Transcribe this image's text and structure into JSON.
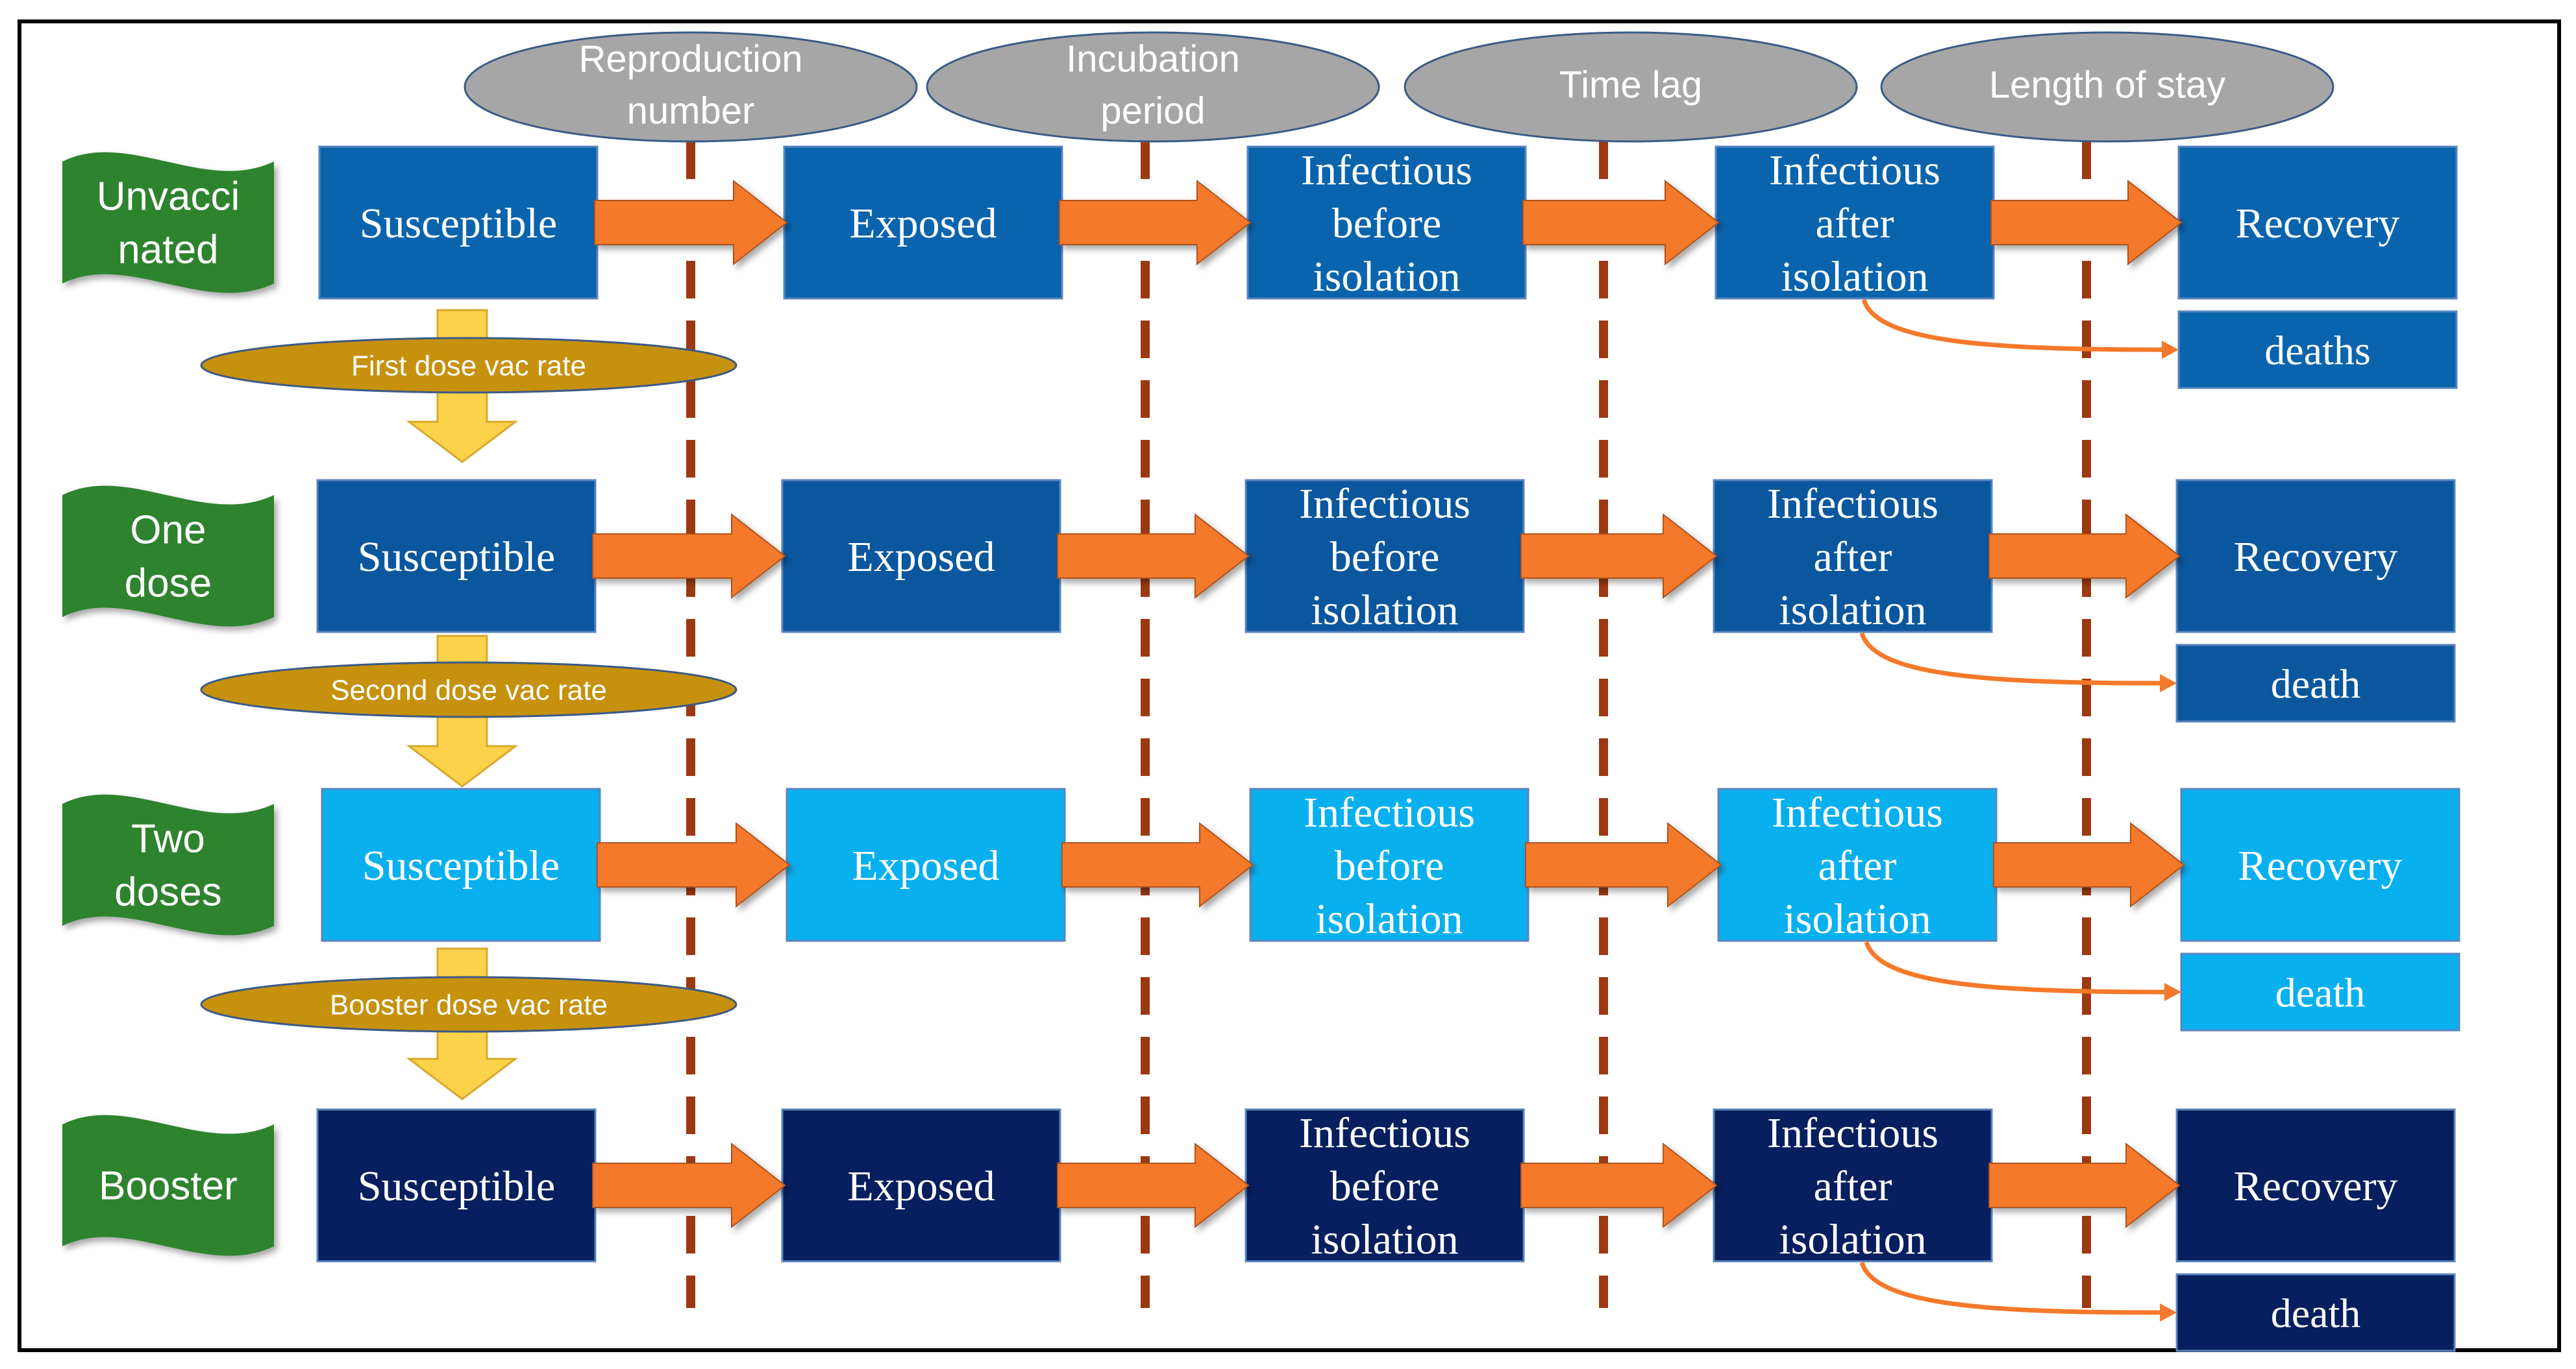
{
  "stage_labels": [
    "Reproduction\nnumber",
    "Incubation\nperiod",
    "Time lag",
    "Length of stay"
  ],
  "rows": [
    {
      "group": "Unvacci\nnated",
      "color": "#0a64ad",
      "cells": [
        "Susceptible",
        "Exposed",
        "Infectious\nbefore\nisolation",
        "Infectious\nafter\nisolation",
        "Recovery"
      ],
      "outcome": "deaths"
    },
    {
      "group": "One\ndose",
      "color": "#0a579e",
      "cells": [
        "Susceptible",
        "Exposed",
        "Infectious\nbefore\nisolation",
        "Infectious\nafter\nisolation",
        "Recovery"
      ],
      "outcome": "death"
    },
    {
      "group": "Two\ndoses",
      "color": "#09b0ee",
      "cells": [
        "Susceptible",
        "Exposed",
        "Infectious\nbefore\nisolation",
        "Infectious\nafter\nisolation",
        "Recovery"
      ],
      "outcome": "death"
    },
    {
      "group": "Booster",
      "color": "#071f5e",
      "cells": [
        "Susceptible",
        "Exposed",
        "Infectious\nbefore\nisolation",
        "Infectious\nafter\nisolation",
        "Recovery"
      ],
      "outcome": "death"
    }
  ],
  "vaccination_transitions": [
    "First dose vac rate",
    "Second dose vac rate",
    "Booster dose vac rate"
  ],
  "colors": {
    "group_banner": "#2d832f",
    "flow_arrow": "#f5792a",
    "vac_ellipse": "#c6910d",
    "vac_arrow": "#fcd24a",
    "stage_ellipse": "#a6a6a6",
    "stage_line": "#9b3a12"
  }
}
